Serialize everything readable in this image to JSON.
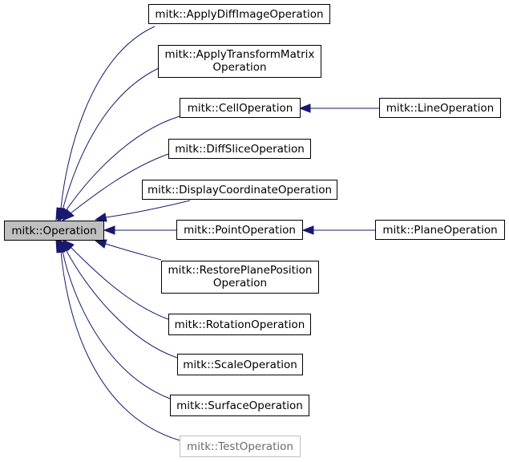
{
  "colors": {
    "edge": "#191970",
    "root_fill": "#bfbfbf",
    "faded_border": "#bfbfbf"
  },
  "nodes": {
    "operation": "mitk::Operation",
    "apply_diff_image": "mitk::ApplyDiffImageOperation",
    "apply_transform_line1": "mitk::ApplyTransformMatrix",
    "apply_transform_line2": "Operation",
    "cell": "mitk::CellOperation",
    "line": "mitk::LineOperation",
    "diff_slice": "mitk::DiffSliceOperation",
    "display_coordinate": "mitk::DisplayCoordinateOperation",
    "point": "mitk::PointOperation",
    "plane": "mitk::PlaneOperation",
    "restore_plane_line1": "mitk::RestorePlanePosition",
    "restore_plane_line2": "Operation",
    "rotation": "mitk::RotationOperation",
    "scale": "mitk::ScaleOperation",
    "surface": "mitk::SurfaceOperation",
    "test": "mitk::TestOperation"
  }
}
